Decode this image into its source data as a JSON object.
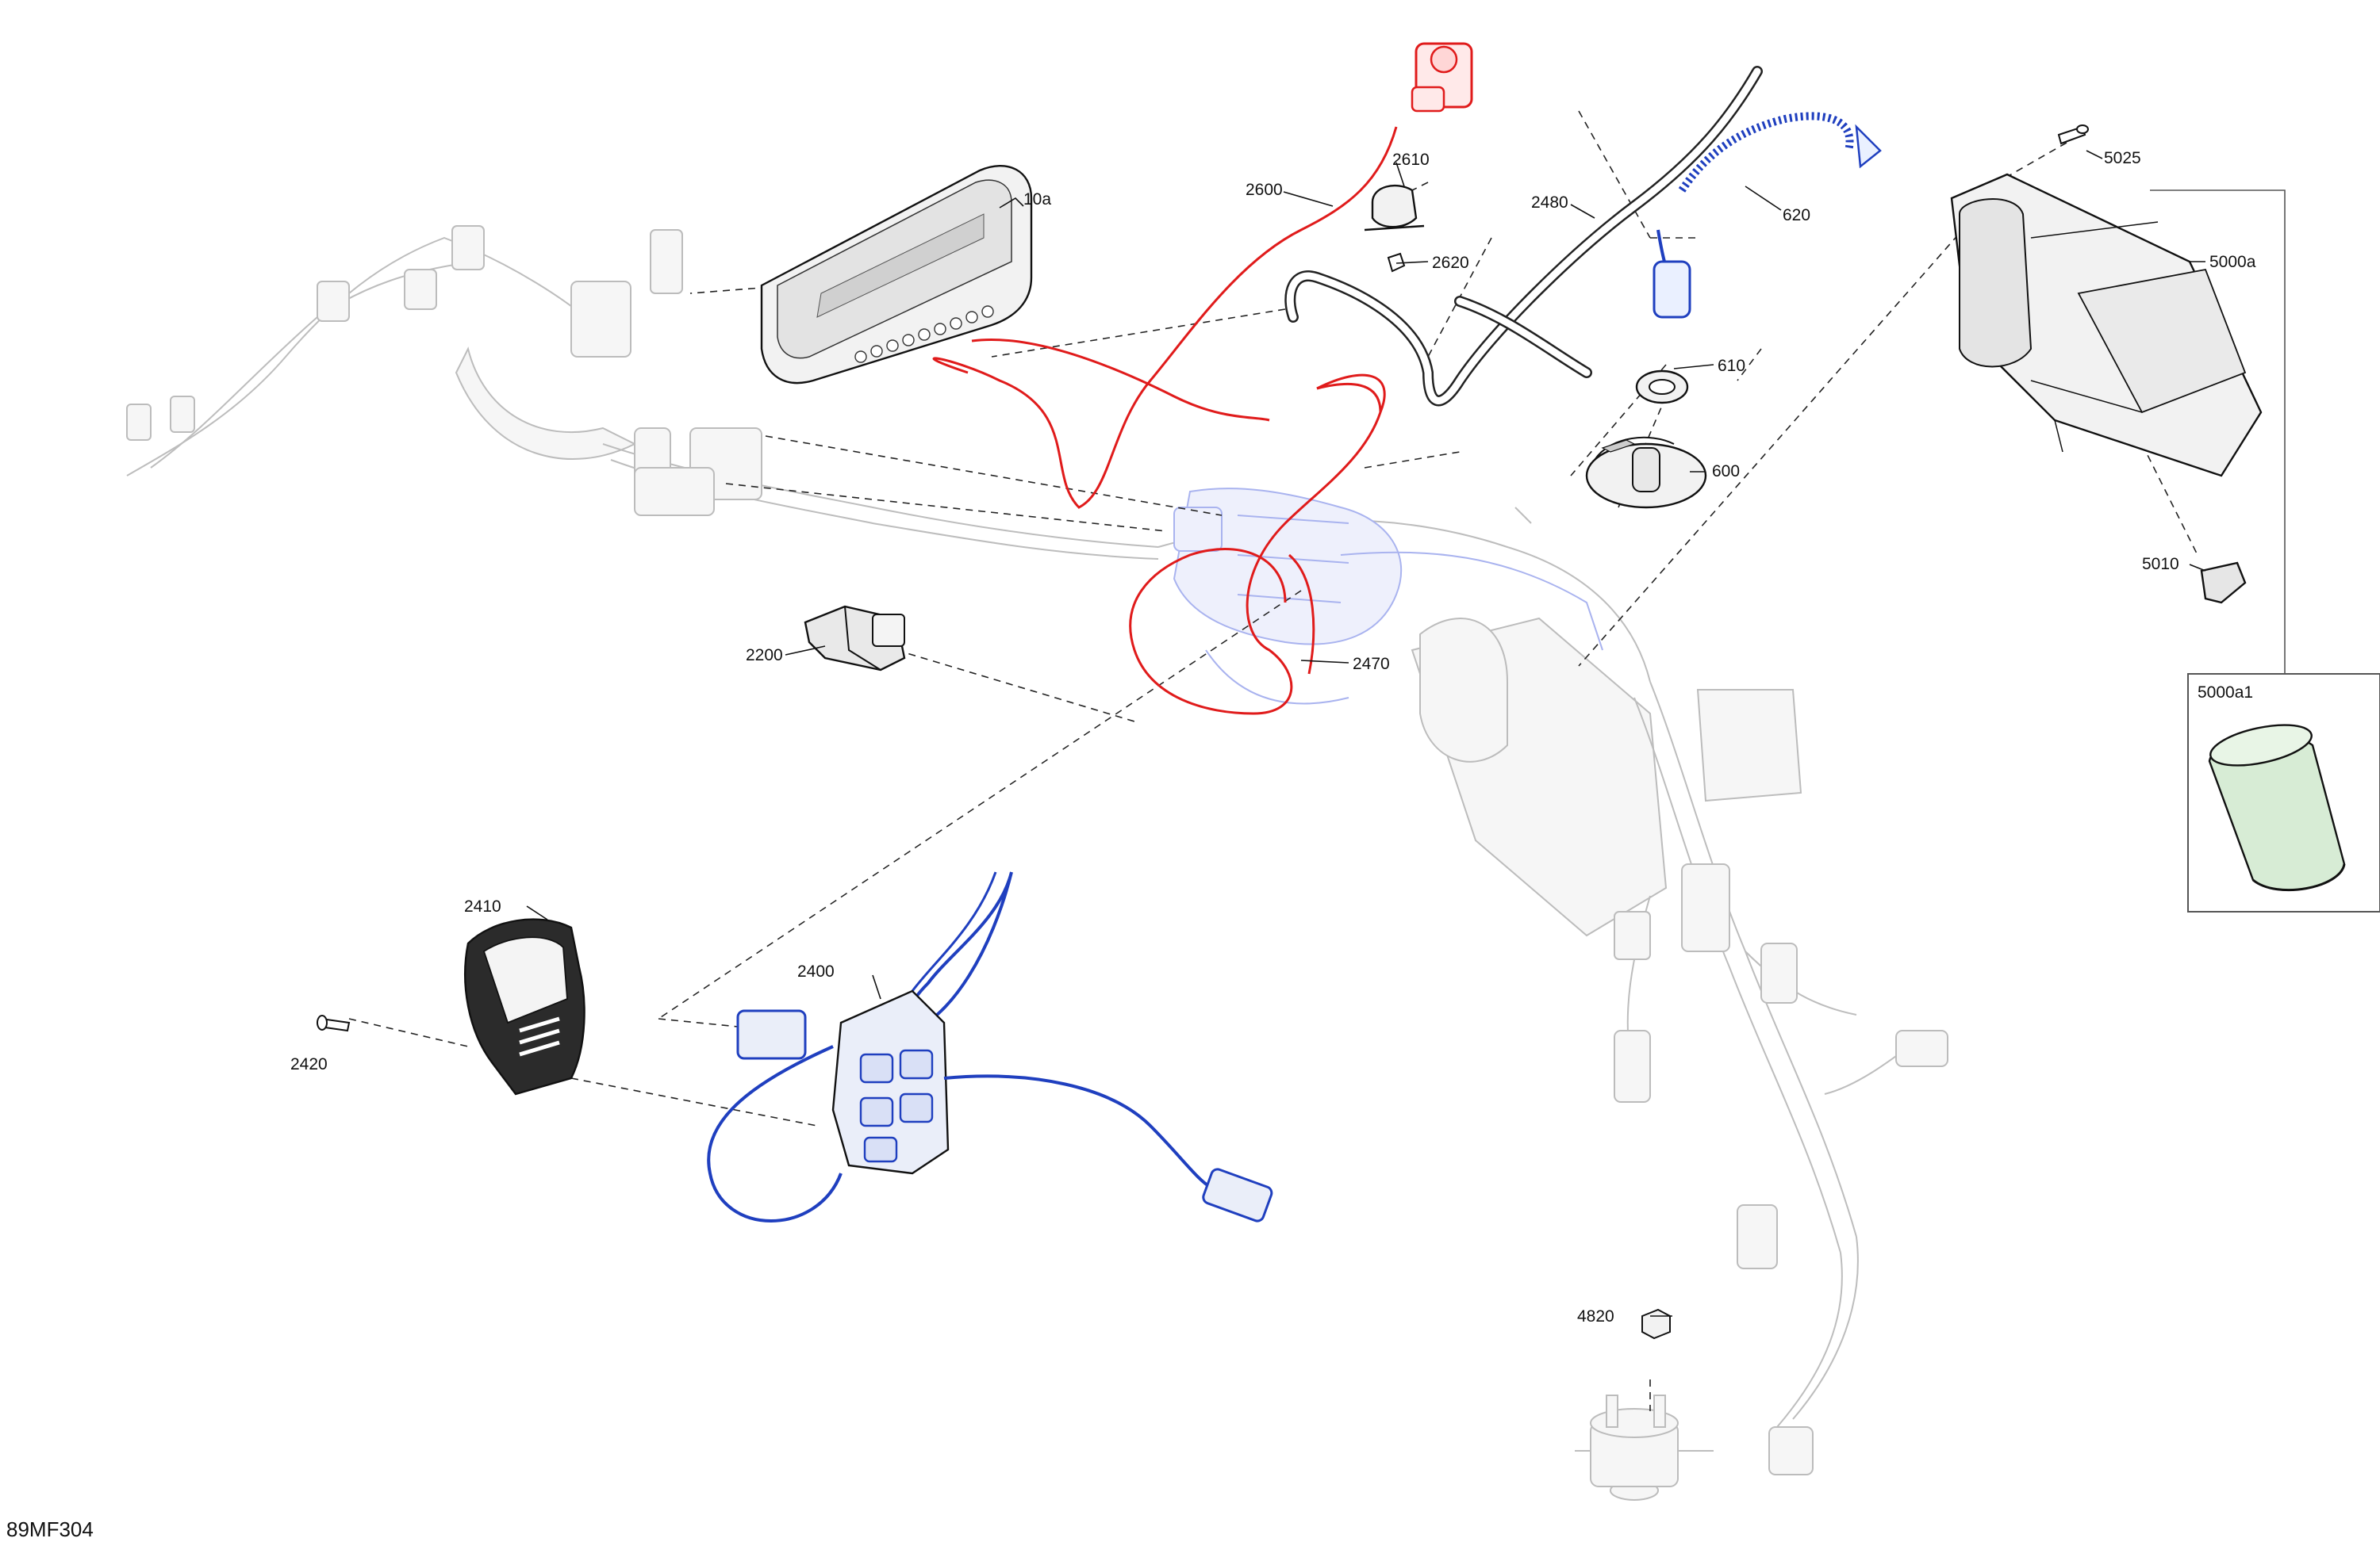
{
  "diagram_id": "89MF304",
  "colors": {
    "red_parts": "#e01b1b",
    "blue_parts": "#1f3fbf",
    "light_blue_ghost": "#a9b3ef",
    "ghost_gray": "#bdbdbd",
    "insert_box": "#555555",
    "filter_green": "#d7ecd5"
  },
  "callouts": {
    "c10a": "10a",
    "c2600": "2600",
    "c2610": "2610",
    "c2620": "2620",
    "c2480": "2480",
    "c620": "620",
    "c610": "610",
    "c600": "600",
    "c5025": "5025",
    "c5000a": "5000a",
    "c5010": "5010",
    "c2200": "2200",
    "c2470": "2470",
    "c2410": "2410",
    "c2400": "2400",
    "c2420": "2420",
    "c4820": "4820"
  },
  "insert": {
    "label": "5000a1"
  }
}
